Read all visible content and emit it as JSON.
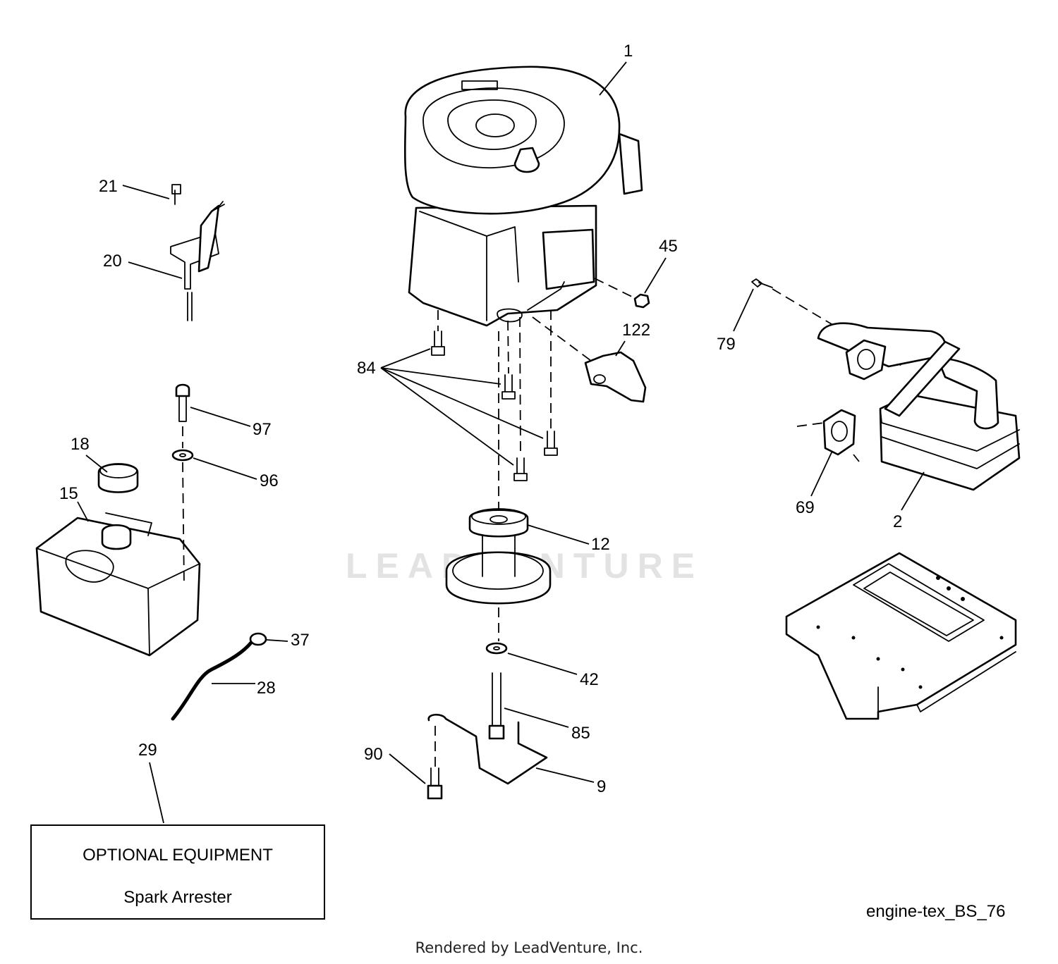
{
  "diagram": {
    "code": "engine-tex_BS_76",
    "watermark": "LEADVENTURE",
    "footer": "Rendered by LeadVenture, Inc."
  },
  "optional_equipment": {
    "title": "OPTIONAL EQUIPMENT",
    "item": "Spark Arrester"
  },
  "callouts": [
    {
      "id": "1",
      "part": "engine"
    },
    {
      "id": "2",
      "part": "muffler"
    },
    {
      "id": "9",
      "part": "pulley-guide"
    },
    {
      "id": "12",
      "part": "engine-pulley"
    },
    {
      "id": "15",
      "part": "fuel-tank"
    },
    {
      "id": "18",
      "part": "fuel-cap"
    },
    {
      "id": "20",
      "part": "throttle-control"
    },
    {
      "id": "21",
      "part": "throttle-screw"
    },
    {
      "id": "28",
      "part": "fuel-line"
    },
    {
      "id": "29",
      "part": "optional-equipment"
    },
    {
      "id": "37",
      "part": "hose-clamp"
    },
    {
      "id": "42",
      "part": "washer"
    },
    {
      "id": "45",
      "part": "nut"
    },
    {
      "id": "69",
      "part": "gasket"
    },
    {
      "id": "79",
      "part": "muffler-bolt"
    },
    {
      "id": "84",
      "part": "engine-bolts"
    },
    {
      "id": "85",
      "part": "pulley-bolt"
    },
    {
      "id": "90",
      "part": "guide-bolt"
    },
    {
      "id": "96",
      "part": "tank-washer"
    },
    {
      "id": "97",
      "part": "tank-screw"
    },
    {
      "id": "122",
      "part": "heat-shield"
    }
  ]
}
